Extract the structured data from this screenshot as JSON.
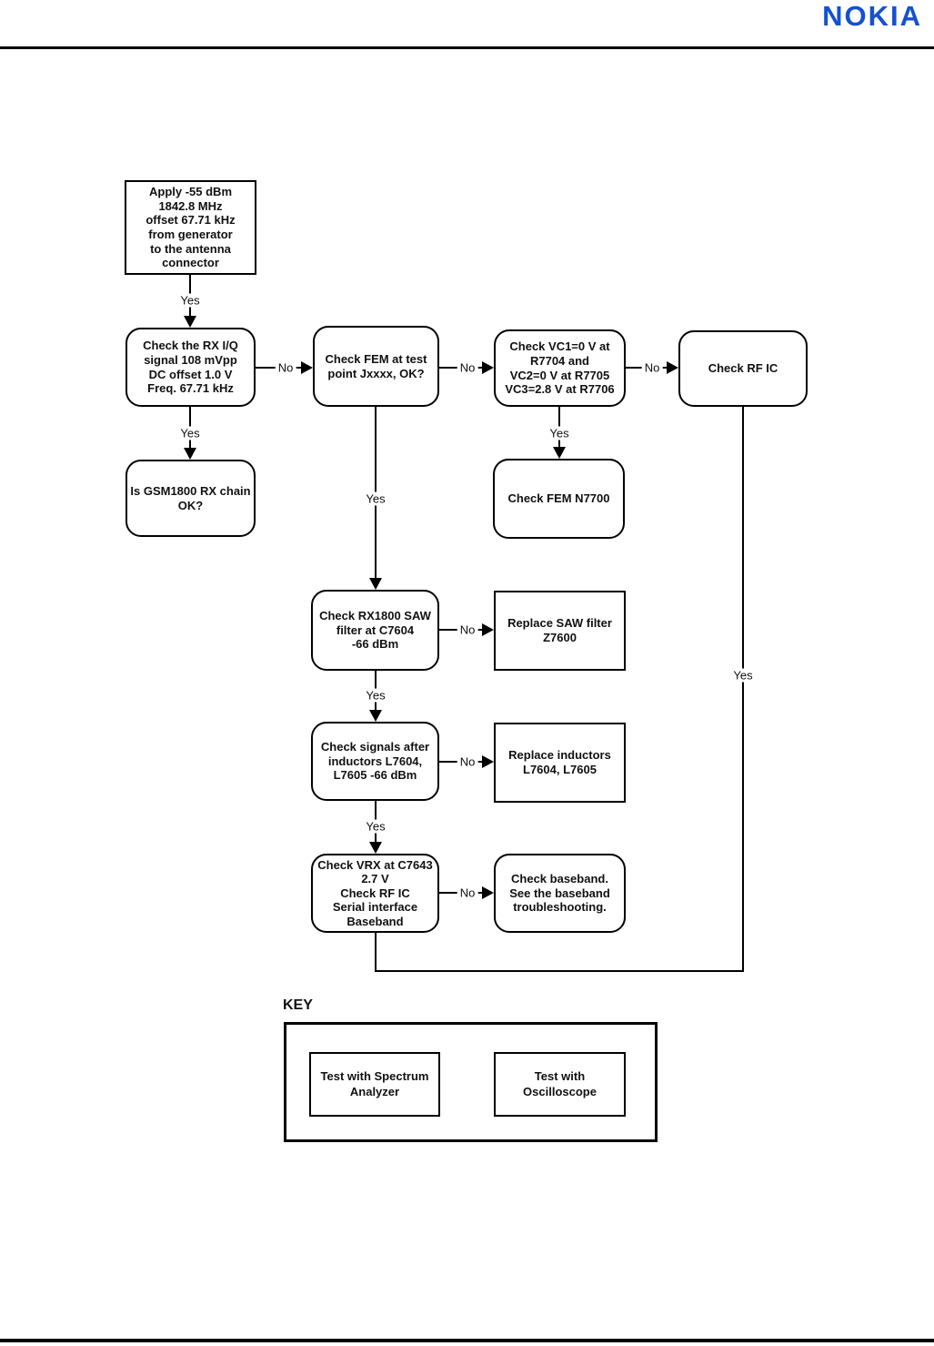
{
  "header": {
    "logo_text": "NOKIA",
    "brand_color": "#1450d2"
  },
  "flowchart": {
    "labels": {
      "yes": "Yes",
      "no": "No"
    },
    "nodes": {
      "apply_signal": {
        "text": "Apply -55 dBm\n1842.8 MHz\noffset 67.71 kHz\nfrom generator\nto the antenna\nconnector",
        "shape": "rect"
      },
      "check_rx_iq": {
        "text": "Check the RX I/Q\nsignal 108 mVpp\nDC offset 1.0 V\nFreq. 67.71 kHz",
        "shape": "rounded"
      },
      "check_fem_testpoint": {
        "text": "Check FEM at test\npoint Jxxxx, OK?",
        "shape": "rounded"
      },
      "check_vc_voltages": {
        "text": "Check VC1=0 V at\nR7704 and\nVC2=0 V at R7705\nVC3=2.8 V at R7706",
        "shape": "rounded"
      },
      "check_rf_ic": {
        "text": "Check RF IC",
        "shape": "rounded"
      },
      "gsm1800_rx_ok": {
        "text": "Is GSM1800 RX chain\nOK?",
        "shape": "rounded"
      },
      "check_fem_n7700": {
        "text": "Check FEM N7700",
        "shape": "rounded"
      },
      "check_saw_filter": {
        "text": "Check RX1800 SAW\nfilter at C7604\n-66 dBm",
        "shape": "rounded"
      },
      "replace_saw_filter": {
        "text": "Replace SAW filter\nZ7600",
        "shape": "rect"
      },
      "check_inductor_signals": {
        "text": "Check signals after\ninductors L7604,\nL7605 -66 dBm",
        "shape": "rounded"
      },
      "replace_inductors": {
        "text": "Replace inductors\nL7604, L7605",
        "shape": "rect"
      },
      "check_vrx": {
        "text": "Check VRX at C7643\n2.7 V\nCheck RF IC\nSerial interface\nBaseband",
        "shape": "rounded"
      },
      "check_baseband": {
        "text": "Check baseband.\nSee the baseband\ntroubleshooting.",
        "shape": "rounded"
      }
    }
  },
  "key": {
    "title": "KEY",
    "spectrum_label": "Test with Spectrum\nAnalyzer",
    "oscilloscope_label": "Test with\nOscilloscope"
  }
}
